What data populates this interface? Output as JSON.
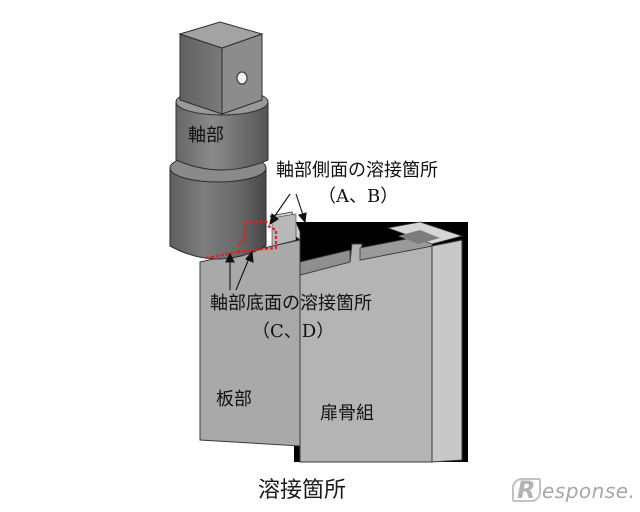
{
  "labels": {
    "shaft": "軸部",
    "side_weld_line1": "軸部側面の溶接箇所",
    "side_weld_line2": "（A、B）",
    "bottom_weld_line1": "軸部底面の溶接箇所",
    "bottom_weld_line2": "（C、D）",
    "plate": "板部",
    "door_frame": "扉骨組",
    "caption": "溶接箇所"
  },
  "watermark": {
    "logo_text": "Response."
  },
  "colors": {
    "background": "#ffffff",
    "metal_dark": "#4d4d4d",
    "metal_mid": "#6e6e6e",
    "metal_light": "#8c8c8c",
    "plate_face": "#a8a8a8",
    "frame_face": "#b6b6b6",
    "weld_marker": "#e61e1e",
    "black_backdrop": "#000000"
  },
  "icons": [
    "response-logo-icon",
    "arrow-icon"
  ]
}
